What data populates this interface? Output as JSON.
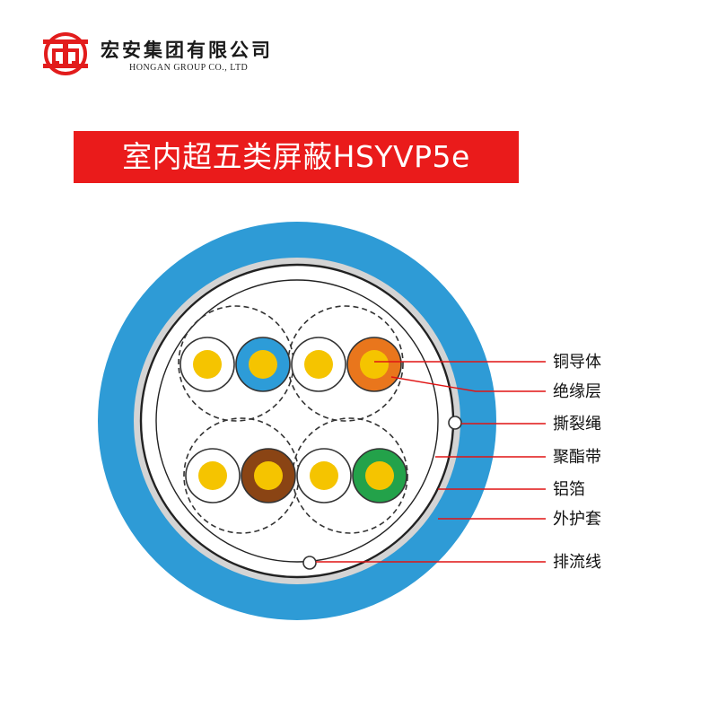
{
  "brand": {
    "name_cn": "宏安集团有限公司",
    "name_en": "HONGAN GROUP CO., LTD",
    "color": "#e21c1c"
  },
  "title": "室内超五类屏蔽HSYVP5e",
  "colors": {
    "banner": "#ea1b1b",
    "outer_jacket": "#2e9bd6",
    "foil": "#d4d4d4",
    "copper": "#f5c400",
    "leader_line": "#e01414",
    "pair_colors": [
      "#2d9cd8",
      "#e9761c",
      "#8a4414",
      "#23a24a"
    ]
  },
  "labels": [
    {
      "id": "copper-conductor",
      "text": "铜导体"
    },
    {
      "id": "insulation",
      "text": "绝缘层"
    },
    {
      "id": "ripcord",
      "text": "撕裂绳"
    },
    {
      "id": "polyester-tape",
      "text": "聚酯带"
    },
    {
      "id": "aluminum-foil",
      "text": "铝箔"
    },
    {
      "id": "outer-jacket",
      "text": "外护套"
    },
    {
      "id": "drain-wire",
      "text": "排流线"
    }
  ]
}
